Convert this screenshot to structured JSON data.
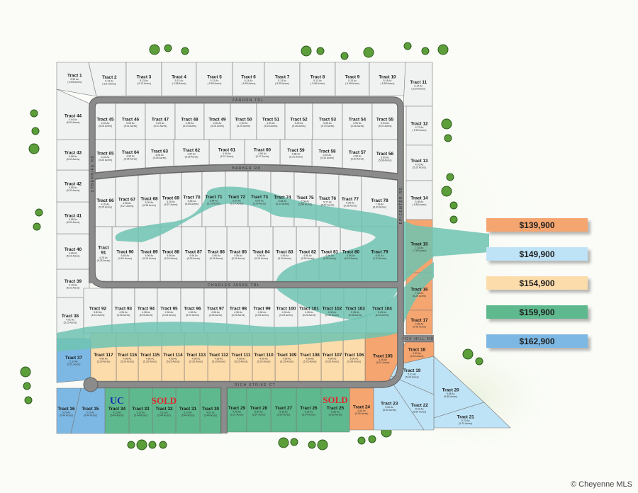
{
  "legend": [
    {
      "price": "$139,900",
      "color": "#f5a56f"
    },
    {
      "price": "$149,900",
      "color": "#bfe3f6"
    },
    {
      "price": "$154,900",
      "color": "#fddcab"
    },
    {
      "price": "$159,900",
      "color": "#5fb98e"
    },
    {
      "price": "$162,900",
      "color": "#7db8e4"
    }
  ],
  "colors": {
    "lot": "#f0f1f1",
    "river": "#6ec3b1",
    "road": "#8b8b8b",
    "sold": "#e0262b",
    "uc": "#1b2fb0"
  },
  "roads": {
    "zandon": "ZANDON TRL",
    "barber": "BARBER RD",
    "cybernife": "CYBERNIFE RD",
    "charles_jaske": "CHARLES JASKE TRL",
    "epicenter": "EPICENTER RD",
    "fox_hill": "FOX HILL RD",
    "rich_strike": "RICH STRIKE CT"
  },
  "tracts": [
    {
      "name": "Tract 1",
      "ac": "5.50 Ac",
      "acres": "( 5.85 Acres)",
      "tier": null
    },
    {
      "name": "Tract 2",
      "ac": "5.13 Ac",
      "acres": "( 5.51 Acres)",
      "tier": null
    },
    {
      "name": "Tract 3",
      "ac": "5.13 Ac",
      "acres": "( 5.13 Acres)",
      "tier": null
    },
    {
      "name": "Tract 4",
      "ac": "5.13 Ac",
      "acres": "( 5.58 Acres)",
      "tier": null
    },
    {
      "name": "Tract 5",
      "ac": "5.13 Ac",
      "acres": "( 5.58 Acres)",
      "tier": null
    },
    {
      "name": "Tract 6",
      "ac": "5.14 Ac",
      "acres": "( 5.58 Acres)",
      "tier": null
    },
    {
      "name": "Tract 7",
      "ac": "5.13 Ac",
      "acres": "( 5.58 Acres)",
      "tier": null
    },
    {
      "name": "Tract 8",
      "ac": "5.13 Ac",
      "acres": "( 5.58 Acres)",
      "tier": null
    },
    {
      "name": "Tract 9",
      "ac": "5.13 Ac",
      "acres": "( 5.58 Acres)",
      "tier": null
    },
    {
      "name": "Tract 10",
      "ac": "5.18 Ac",
      "acres": "( 5.58 Acres)",
      "tier": null
    },
    {
      "name": "Tract 11",
      "ac": "6.14 Ac",
      "acres": "( 6.26 Acres)",
      "tier": null
    },
    {
      "name": "Tract 12",
      "ac": "4.72 Ac",
      "acres": "( 5.25 Acres)",
      "tier": null
    },
    {
      "name": "Tract 13",
      "ac": "4.76 Ac",
      "acres": "(5.25 Acres)",
      "tier": null
    },
    {
      "name": "Tract 14",
      "ac": "5.38 Ac",
      "acres": "( 5.88 Acres)",
      "tier": null
    },
    {
      "name": "Tract 15",
      "ac": "7.34 Ac",
      "acres": "( 7.95 Acres)",
      "tier": 0
    },
    {
      "name": "Tract 16",
      "ac": "7.69 Ac",
      "acres": "(8.25 Acres)",
      "tier": 0
    },
    {
      "name": "Tract 17",
      "ac": "4.65 Ac",
      "acres": "(5.45 Acres)",
      "tier": 0
    },
    {
      "name": "Tract 18",
      "ac": "4.32 Ac",
      "acres": "(6.25 Acres)",
      "tier": 0
    },
    {
      "name": "Tract 19",
      "ac": "5.31 Ac",
      "acres": "(5.43 Acres)",
      "tier": 1
    },
    {
      "name": "Tract 20",
      "ac": "5.88 Ac",
      "acres": "(5.88 Acres)",
      "tier": 1
    },
    {
      "name": "Tract 21",
      "ac": "5.70 Ac",
      "acres": "(5.70 Acres)",
      "tier": 1
    },
    {
      "name": "Tract 22",
      "ac": "5.54 Ac",
      "acres": "(5.64 Acres)",
      "tier": 1
    },
    {
      "name": "Tract 23",
      "ac": "5.60 Ac",
      "acres": "(5.82 Acres)",
      "tier": 1
    },
    {
      "name": "Tract 24",
      "ac": "4.94 Ac",
      "acres": "(5.25 Acres)",
      "tier": 0
    },
    {
      "name": "Tract 25",
      "ac": "5.26 Ac",
      "acres": "(5.62 Acres)",
      "tier": 3,
      "status": "SOLD"
    },
    {
      "name": "Tract 26",
      "ac": "5.39 Ac",
      "acres": "(5.54 Acres)",
      "tier": 3
    },
    {
      "name": "Tract 27",
      "ac": "5.18 Ac",
      "acres": "(5.50 Acres)",
      "tier": 3
    },
    {
      "name": "Tract 28",
      "ac": "5.84 Ac",
      "acres": "(5.67 Acres)",
      "tier": 3
    },
    {
      "name": "Tract 29",
      "ac": "4.45 Ac",
      "acres": "(5.37 Acres)",
      "tier": 3
    },
    {
      "name": "Tract 30",
      "ac": "4.51 Ac",
      "acres": "(5.44 Acres)",
      "tier": 3
    },
    {
      "name": "Tract 31",
      "ac": "5.13 Ac",
      "acres": "(5.44 Acres)",
      "tier": 3
    },
    {
      "name": "Tract 32",
      "ac": "5.13 Ac",
      "acres": "(5.44 Acres)",
      "tier": 3,
      "status": "SOLD"
    },
    {
      "name": "Tract 33",
      "ac": "5.12 Ac",
      "acres": "(5.44 Acres)",
      "tier": 3
    },
    {
      "name": "Tract 34",
      "ac": "5.13 Ac",
      "acres": "(5.44 Acres)",
      "tier": 3,
      "status": "UC"
    },
    {
      "name": "Tract 35",
      "ac": "5.15 Ac",
      "acres": "(5.44 Acres)",
      "tier": 4
    },
    {
      "name": "Tract 36",
      "ac": "5.29 Ac",
      "acres": "(5.44 Acres)",
      "tier": 4
    },
    {
      "name": "Tract 37",
      "ac": "5.14 Ac",
      "acres": "(5.31 Acres)",
      "tier": 4
    },
    {
      "name": "Tract 38",
      "ac": "4.91 Ac",
      "acres": "(5.25 Acres)",
      "tier": null
    },
    {
      "name": "Tract 39",
      "ac": "4.49 Ac",
      "acres": "(5.31 Acres)",
      "tier": null
    },
    {
      "name": "Tract 40",
      "ac": "4.86 Ac",
      "acres": "(5.31 Acres)",
      "tier": null
    },
    {
      "name": "Tract 41",
      "ac": "4.85 Ac",
      "acres": "(5.30 Acres)",
      "tier": null
    },
    {
      "name": "Tract 42",
      "ac": "4.85 Ac",
      "acres": "(5.30 Acres)",
      "tier": null
    },
    {
      "name": "Tract 43",
      "ac": "4.86 Ac",
      "acres": "(5.30 Acres)",
      "tier": null
    },
    {
      "name": "Tract 44",
      "ac": "4.94 Ac",
      "acres": "(5.30 Acres)",
      "tier": null
    },
    {
      "name": "Tract 45",
      "ac": "4.42 Ac",
      "acres": "(5.25 Acres)",
      "tier": null
    },
    {
      "name": "Tract 46",
      "ac": "5.05 Ac",
      "acres": "(5.41 Acres)",
      "tier": null
    },
    {
      "name": "Tract 47",
      "ac": "5.29 Ac",
      "acres": "(5.67 Acres)",
      "tier": null
    },
    {
      "name": "Tract 48",
      "ac": "4.96 Ac",
      "acres": "(5.25 Acres)",
      "tier": null
    },
    {
      "name": "Tract 49",
      "ac": "4.89 Ac",
      "acres": "(5.25 Acres)",
      "tier": null
    },
    {
      "name": "Tract 50",
      "ac": "4.90 Ac",
      "acres": "(5.25 Acres)",
      "tier": null
    },
    {
      "name": "Tract 51",
      "ac": "4.90 Ac",
      "acres": "(5.25 Acres)",
      "tier": null
    },
    {
      "name": "Tract 52",
      "ac": "5.30 Ac",
      "acres": "(5.36 Acres)",
      "tier": null
    },
    {
      "name": "Tract 53",
      "ac": "5.36 Ac",
      "acres": "(5.75 Acres)",
      "tier": null
    },
    {
      "name": "Tract 54",
      "ac": "5.09 Ac",
      "acres": "(5.46 Acres)",
      "tier": null
    },
    {
      "name": "Tract 55",
      "ac": "5.04 Ac",
      "acres": "(5.91 Acres)",
      "tier": null
    },
    {
      "name": "Tract 56",
      "ac": "5.80 Ac",
      "acres": "(5.68 Acres)",
      "tier": null
    },
    {
      "name": "Tract 57",
      "ac": "4.98 Ac",
      "acres": "(5.30 Acres)",
      "tier": null
    },
    {
      "name": "Tract 58",
      "ac": "4.94 Ac",
      "acres": "(5.33 Acres)",
      "tier": null
    },
    {
      "name": "Tract 59",
      "ac": "4.88 Ac",
      "acres": "(5.31 Acres)",
      "tier": null
    },
    {
      "name": "Tract 60",
      "ac": "4.89 Ac",
      "acres": "(5.27 Acres)",
      "tier": null
    },
    {
      "name": "Tract 61",
      "ac": "4.90 Ac",
      "acres": "(5.37 Acres)",
      "tier": null
    },
    {
      "name": "Tract 62",
      "ac": "4.92 Ac",
      "acres": "(5.25 Acres)",
      "tier": null
    },
    {
      "name": "Tract 63",
      "ac": "4.96 Ac",
      "acres": "(5.35 Acres)",
      "tier": null
    },
    {
      "name": "Tract 64",
      "ac": "4.96 Ac",
      "acres": "(5.35 Acres)",
      "tier": null
    },
    {
      "name": "Tract 65",
      "ac": "4.44 Ac",
      "acres": "(5.30 Acres)",
      "tier": null
    },
    {
      "name": "Tract 66",
      "ac": "4.33 Ac",
      "acres": "(5.25 Acres)",
      "tier": null
    },
    {
      "name": "Tract 67",
      "ac": "4.98 Ac",
      "acres": "(5.27 Acres)",
      "tier": null
    },
    {
      "name": "Tract 68",
      "ac": "5.09 Ac",
      "acres": "(5.38 Acres)",
      "tier": null
    },
    {
      "name": "Tract 69",
      "ac": "5.28 Ac",
      "acres": "(5.57 Acres)",
      "tier": null
    },
    {
      "name": "Tract 70",
      "ac": "5.55 Ac",
      "acres": "(5.85 Acres)",
      "tier": null
    },
    {
      "name": "Tract 71",
      "ac": "5.84 Ac",
      "acres": "(6.13 Acres)",
      "tier": null
    },
    {
      "name": "Tract 72",
      "ac": "6.00 Ac",
      "acres": "(6.29 Acres)",
      "tier": null
    },
    {
      "name": "Tract 73",
      "ac": "6.00 Ac",
      "acres": "(6.29 Acres)",
      "tier": null
    },
    {
      "name": "Tract 74",
      "ac": "5.84 Ac",
      "acres": "(6.14 Acres)",
      "tier": null
    },
    {
      "name": "Tract 75",
      "ac": "5.58 Ac",
      "acres": "(5.84 Acres)",
      "tier": null
    },
    {
      "name": "Tract 76",
      "ac": "5.27 Ac",
      "acres": "(5.57 Acres)",
      "tier": null
    },
    {
      "name": "Tract 77",
      "ac": "5.08 Ac",
      "acres": "(5.38 Acres)",
      "tier": null
    },
    {
      "name": "Tract 78",
      "ac": "7.28 Ac",
      "acres": "(8.40 Acres)",
      "tier": null
    },
    {
      "name": "Tract 79",
      "ac": "6.51 Ac",
      "acres": "(7.53 Acres)",
      "tier": null
    },
    {
      "name": "Tract 80",
      "ac": "4.96 Ac",
      "acres": "(5.25 Acres)",
      "tier": null
    },
    {
      "name": "Tract 81",
      "ac": "4.96 Ac",
      "acres": "(5.25 Acres)",
      "tier": null
    },
    {
      "name": "Tract 82",
      "ac": "4.96 Ac",
      "acres": "(5.25 Acres)",
      "tier": null
    },
    {
      "name": "Tract 83",
      "ac": "4.96 Ac",
      "acres": "(5.25 Acres)",
      "tier": null
    },
    {
      "name": "Tract 84",
      "ac": "4.96 Ac",
      "acres": "(5.26 Acres)",
      "tier": null
    },
    {
      "name": "Tract 85",
      "ac": "4.96 Ac",
      "acres": "(5.26 Acres)",
      "tier": null
    },
    {
      "name": "Tract 86",
      "ac": "4.96 Ac",
      "acres": "(5.26 Acres)",
      "tier": null
    },
    {
      "name": "Tract 87",
      "ac": "4.96 Ac",
      "acres": "(5.26 Acres)",
      "tier": null
    },
    {
      "name": "Tract 88",
      "ac": "4.96 Ac",
      "acres": "(5.26 Acres)",
      "tier": null
    },
    {
      "name": "Tract 89",
      "ac": "4.96 Ac",
      "acres": "(5.26 Acres)",
      "tier": null
    },
    {
      "name": "Tract 90",
      "ac": "5.48 Ac",
      "acres": "(5.81 Acres)",
      "tier": null
    },
    {
      "name": "Tract 91",
      "ac": "4.25 Ac",
      "acres": "(5.26 Acres)",
      "tier": null
    },
    {
      "name": "Tract 92",
      "ac": "5.82 Ac",
      "acres": "(6.24 Acres)",
      "tier": null
    },
    {
      "name": "Tract 93",
      "ac": "4.96 Ac",
      "acres": "(5.26 Acres)",
      "tier": null
    },
    {
      "name": "Tract 94",
      "ac": "4.96 Ac",
      "acres": "(5.25 Acres)",
      "tier": null
    },
    {
      "name": "Tract 95",
      "ac": "4.96 Ac",
      "acres": "(5.25 Acres)",
      "tier": null
    },
    {
      "name": "Tract 96",
      "ac": "4.96 Ac",
      "acres": "(5.25 Acres)",
      "tier": null
    },
    {
      "name": "Tract 97",
      "ac": "4.96 Ac",
      "acres": "(5.26 Acres)",
      "tier": null
    },
    {
      "name": "Tract 98",
      "ac": "4.96 Ac",
      "acres": "(5.25 Acres)",
      "tier": null
    },
    {
      "name": "Tract 99",
      "ac": "4.96 Ac",
      "acres": "(5.25 Acres)",
      "tier": null
    },
    {
      "name": "Tract 100",
      "ac": "4.96 Ac",
      "acres": "(5.25 Acres)",
      "tier": null
    },
    {
      "name": "Tract 101",
      "ac": "4.96 Ac",
      "acres": "(5.26 Acres)",
      "tier": null
    },
    {
      "name": "Tract 102",
      "ac": "4.96 Ac",
      "acres": "(5.26 Acres)",
      "tier": null
    },
    {
      "name": "Tract 103",
      "ac": "5.08 Ac",
      "acres": "(5.38 Acres)",
      "tier": null
    },
    {
      "name": "Tract 104",
      "ac": "6.63 Ac",
      "acres": "(6.93 Acres)",
      "tier": null
    },
    {
      "name": "Tract 105",
      "ac": "4.38 Ac",
      "acres": "(5.31 Acres)",
      "tier": 0
    },
    {
      "name": "Tract 106",
      "ac": "5.00 Ac",
      "acres": "(5.38 Acres)",
      "tier": 2
    },
    {
      "name": "Tract 107",
      "ac": "4.96 Ac",
      "acres": "(5.25 Acres)",
      "tier": 2
    },
    {
      "name": "Tract 108",
      "ac": "4.96 Ac",
      "acres": "(5.25 Acres)",
      "tier": 2
    },
    {
      "name": "Tract 109",
      "ac": "4.96 Ac",
      "acres": "(5.25 Acres)",
      "tier": 2
    },
    {
      "name": "Tract 110",
      "ac": "4.95 Ac",
      "acres": "(5.25 Acres)",
      "tier": 2
    },
    {
      "name": "Tract 111",
      "ac": "4.95 Ac",
      "acres": "(5.25 Acres)",
      "tier": 2
    },
    {
      "name": "Tract 112",
      "ac": "4.96 Ac",
      "acres": "(5.25 Acres)",
      "tier": 2
    },
    {
      "name": "Tract 113",
      "ac": "4.96 Ac",
      "acres": "(5.25 Acres)",
      "tier": 2
    },
    {
      "name": "Tract 114",
      "ac": "4.96 Ac",
      "acres": "(5.25 Acres)",
      "tier": 2
    },
    {
      "name": "Tract 115",
      "ac": "4.96 Ac",
      "acres": "(5.25 Acres)",
      "tier": 2
    },
    {
      "name": "Tract 116",
      "ac": "4.96 Ac",
      "acres": "(5.25 Acres)",
      "tier": 2
    },
    {
      "name": "Tract 117",
      "ac": "4.96 Ac",
      "acres": "(5.25 Acres)",
      "tier": 2
    }
  ],
  "watermark": "© Cheyenne MLS"
}
